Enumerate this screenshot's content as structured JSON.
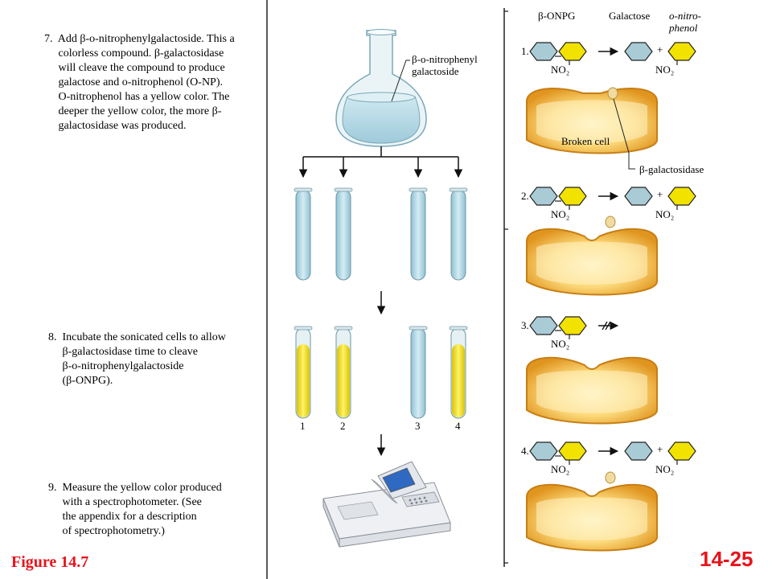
{
  "steps": [
    {
      "text": "7.  Add β-o-nitrophenylgalactoside. This a\n     colorless compound. β-galactosidase\n     will cleave the compound to produce\n     galactose and o-nitrophenol (O-NP).\n     O-nitrophenol has a yellow color. The\n     deeper the yellow color, the more β-\n     galactosidase was produced."
    },
    {
      "text": "8.  Incubate the sonicated cells to allow\n     β-galactosidase time to cleave\n     β-o-nitrophenylgalactoside\n     (β-ONPG)."
    },
    {
      "text": "9.  Measure the yellow color produced\n     with a spectrophotometer. (See\n     the appendix for a description\n     of spectrophotometry.)"
    }
  ],
  "flask_label": "β-o-nitrophenyl\ngalactoside",
  "tube_numbers": [
    "1",
    "2",
    "3",
    "4"
  ],
  "right_panel": {
    "header": {
      "onpg": "β-ONPG",
      "galactose": "Galactose",
      "nitrophenol": "o-nitro-\nphenol"
    },
    "broken_cell_label": "Broken cell",
    "enzyme_label": "β-galactosidase",
    "nitro_group": "NO₂",
    "rows": [
      {
        "number": "1.",
        "cleaved": true,
        "enzyme_released": true
      },
      {
        "number": "2.",
        "cleaved": true,
        "enzyme_released": true
      },
      {
        "number": "3.",
        "cleaved": false,
        "enzyme_released": false
      },
      {
        "number": "4.",
        "cleaved": true,
        "enzyme_released": true
      }
    ]
  },
  "figure_label": "Figure 14.7",
  "slide_number": "14-25",
  "colors": {
    "yellow": "#f2e200",
    "blue_liquid": "#b7dbe6",
    "hexagon_blue": "#a9cbd6",
    "cell_gold": "#e8a32e",
    "cell_inner": "#fde9a6",
    "accent_red": "#e8141c"
  }
}
